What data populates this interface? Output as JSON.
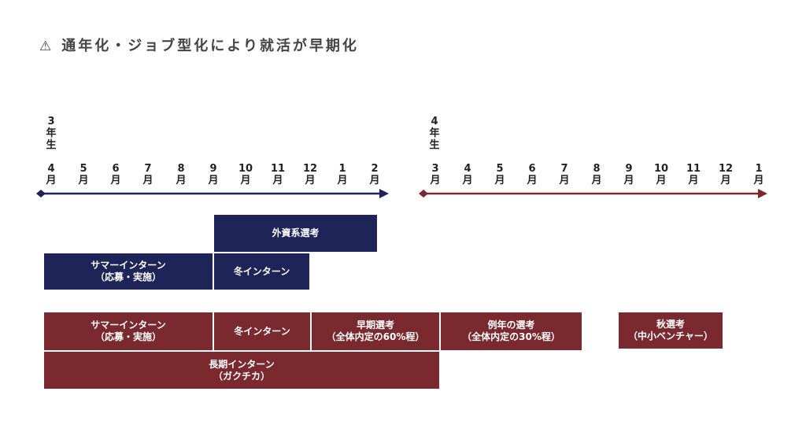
{
  "title": "通年化・ジョブ型化により就活が早期化",
  "icons": {
    "warning": "warning-triangle-icon"
  },
  "colors": {
    "navy": "#1f2458",
    "red": "#7a2a2e"
  },
  "timeline_3rd": {
    "year": [
      "3",
      "年",
      "生"
    ],
    "months": [
      "4",
      "5",
      "6",
      "7",
      "8",
      "9",
      "10",
      "11",
      "12",
      "1",
      "2"
    ],
    "unit": "月"
  },
  "timeline_4th": {
    "year": [
      "4",
      "年",
      "生"
    ],
    "months": [
      "3",
      "4",
      "5",
      "6",
      "7",
      "8",
      "9",
      "10",
      "11",
      "12",
      "1"
    ],
    "unit": "月"
  },
  "navy_boxes": {
    "gaishi": "外資系選考",
    "summer_line1": "サマーインターン",
    "summer_line2": "（応募・実施）",
    "winter": "冬インターン"
  },
  "red_boxes": {
    "summer_line1": "サマーインターン",
    "summer_line2": "（応募・実施）",
    "winter": "冬インターン",
    "early_line1": "早期選考",
    "early_line2": "（全体内定の60%程）",
    "regular_line1": "例年の選考",
    "regular_line2": "（全体内定の30%程）",
    "autumn_line1": "秋選考",
    "autumn_line2": "（中小ベンチャー）",
    "long_line1": "長期インターン",
    "long_line2": "（ガクチカ）"
  }
}
